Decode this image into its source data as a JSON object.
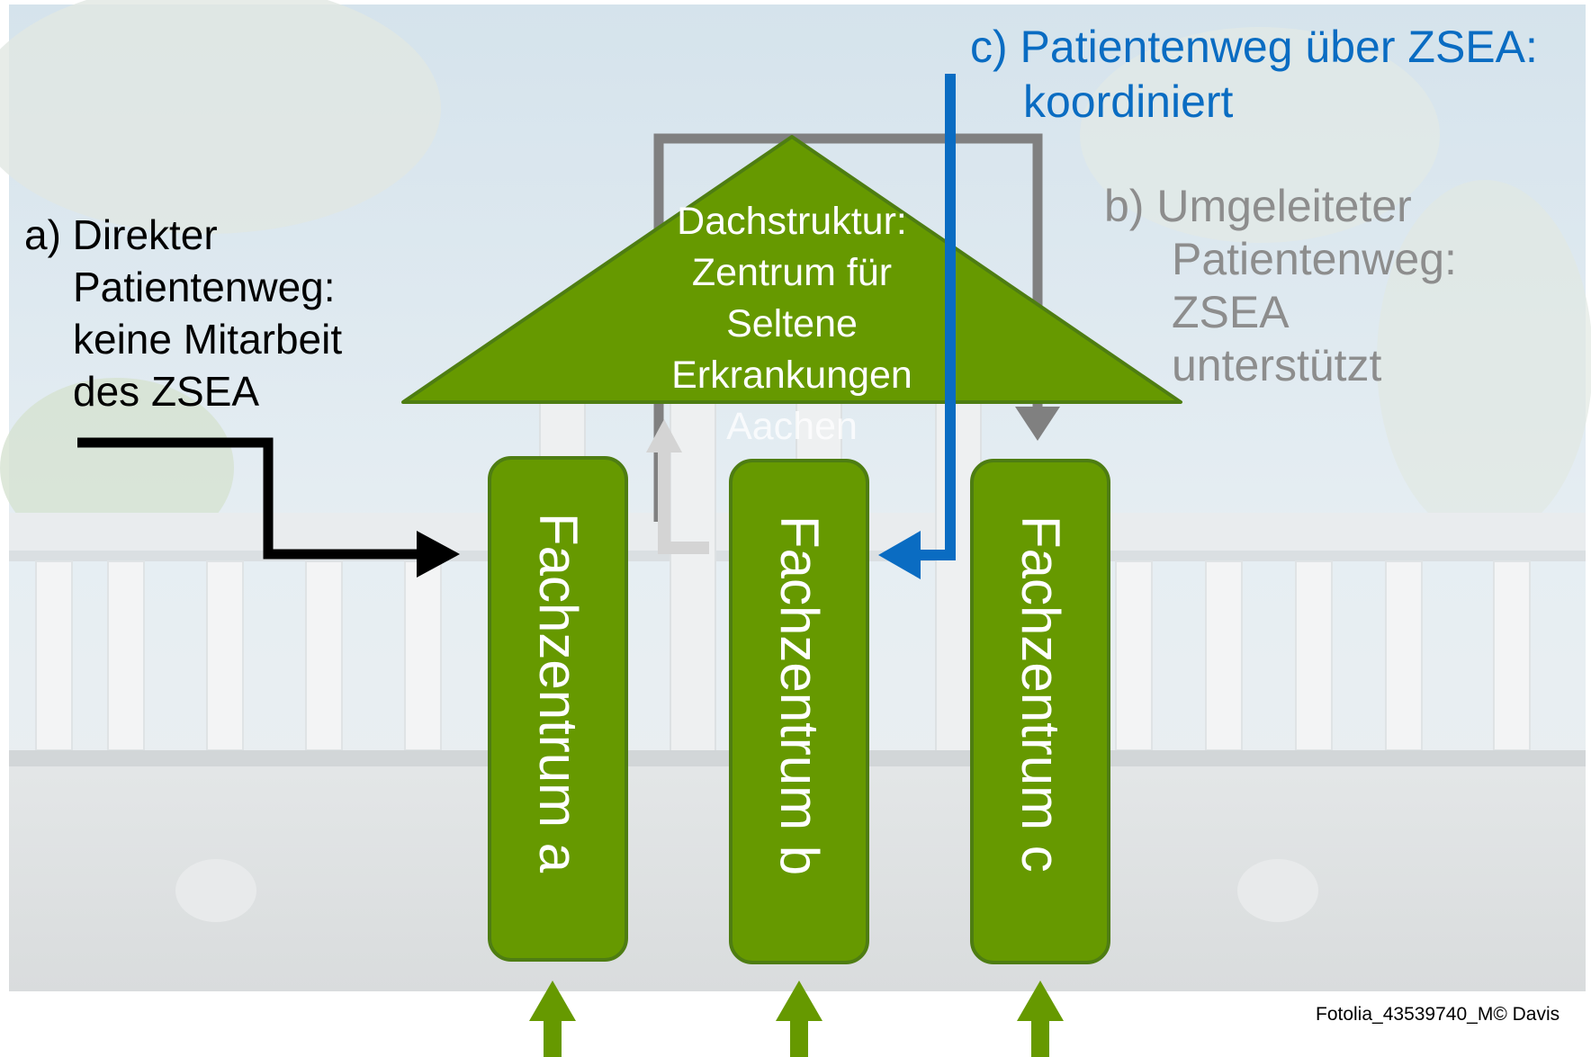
{
  "labels": {
    "a": [
      "a) Direkter",
      "Patientenweg:",
      "keine Mitarbeit",
      "des ZSEA"
    ],
    "b": [
      "b) Umgeleiteter",
      "Patientenweg:",
      "ZSEA",
      "unterstützt"
    ],
    "c": [
      "c) Patientenweg über ZSEA:",
      "koordiniert"
    ]
  },
  "roof": {
    "lines": [
      "Dachstruktur:",
      "Zentrum für",
      "Seltene",
      "Erkrankungen",
      "Aachen"
    ]
  },
  "pillars": [
    "Fachzentrum a",
    "Fachzentrum b",
    "Fachzentrum c"
  ],
  "credit": "Fotolia_43539740_M© Davis",
  "colors": {
    "green": "#669900",
    "green_border": "#4e7d12",
    "blue": "#0a6cc2",
    "gray": "#808080",
    "black": "#000000",
    "light_gray": "#d4d4d4"
  },
  "icons": [
    "arrow-icon"
  ]
}
